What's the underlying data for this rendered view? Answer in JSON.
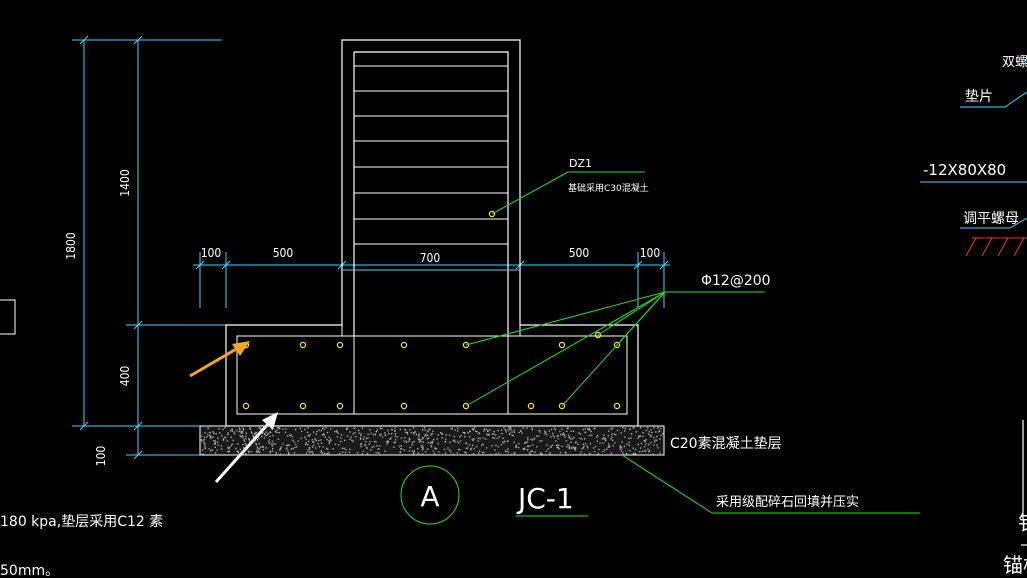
{
  "drawing": {
    "dimensions": {
      "total_height": "1800",
      "upper_height": "1400",
      "footing_height": "400",
      "cushion_height": "100",
      "width_left_offset": "100",
      "width_left": "500",
      "width_column": "700",
      "width_right": "500",
      "width_right_offset": "100"
    },
    "column_label": "DZ1",
    "column_note": "基础采用C30混凝土",
    "rebar_label": "Φ12@200",
    "cushion_note": "C20素混凝土垫层",
    "backfill_note": "采用级配碎石回填并压实",
    "section_symbol": "A",
    "footing_title": "JC-1",
    "bottom_note_1": "180 kpa,垫层采用C12 素",
    "bottom_note_2": "50mm。",
    "right_detail": {
      "label_top": "双螺母",
      "label_washer": "垫片",
      "label_plate": "-12X80X80",
      "label_nut": "调平螺母",
      "label_anchor_1": "锚栓",
      "label_anchor_2": "钅"
    }
  },
  "colors": {
    "background": "#000000",
    "outline": "#ffffff",
    "dimension": "#00ffff",
    "leader": "#00ff00",
    "rebar": "#ffff00",
    "arrow_orange": "#f5a623",
    "red_ground": "#ff0000"
  },
  "icons": [
    "arrow-annotation-orange",
    "arrow-annotation-white",
    "section-circle"
  ]
}
